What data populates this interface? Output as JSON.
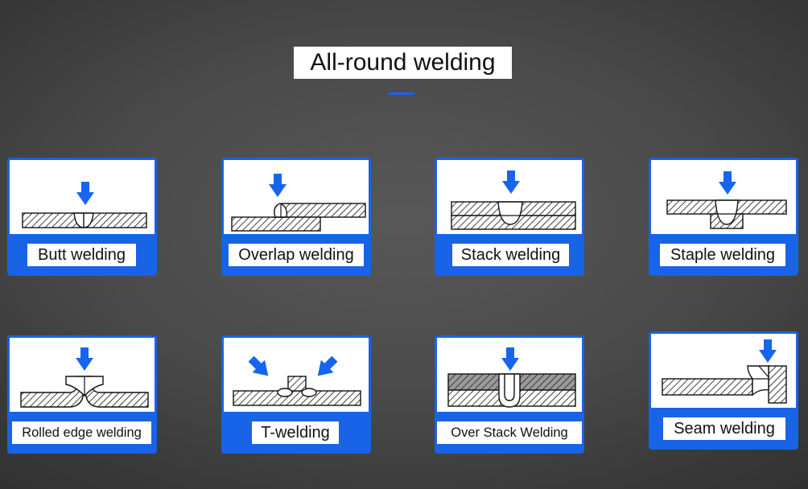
{
  "page": {
    "title": "All-round welding",
    "accent_color": "#1565ee",
    "card_color": "#1863e6"
  },
  "cards": [
    {
      "label": "Butt welding",
      "icon": "butt-weld-diagram"
    },
    {
      "label": "Overlap welding",
      "icon": "overlap-weld-diagram"
    },
    {
      "label": "Stack welding",
      "icon": "stack-weld-diagram"
    },
    {
      "label": "Staple welding",
      "icon": "staple-weld-diagram"
    },
    {
      "label": "Rolled edge welding",
      "icon": "rolled-edge-weld-diagram"
    },
    {
      "label": "T-welding",
      "icon": "t-weld-diagram"
    },
    {
      "label": "Over Stack Welding",
      "icon": "over-stack-weld-diagram"
    },
    {
      "label": "Seam welding",
      "icon": "seam-weld-diagram"
    }
  ]
}
